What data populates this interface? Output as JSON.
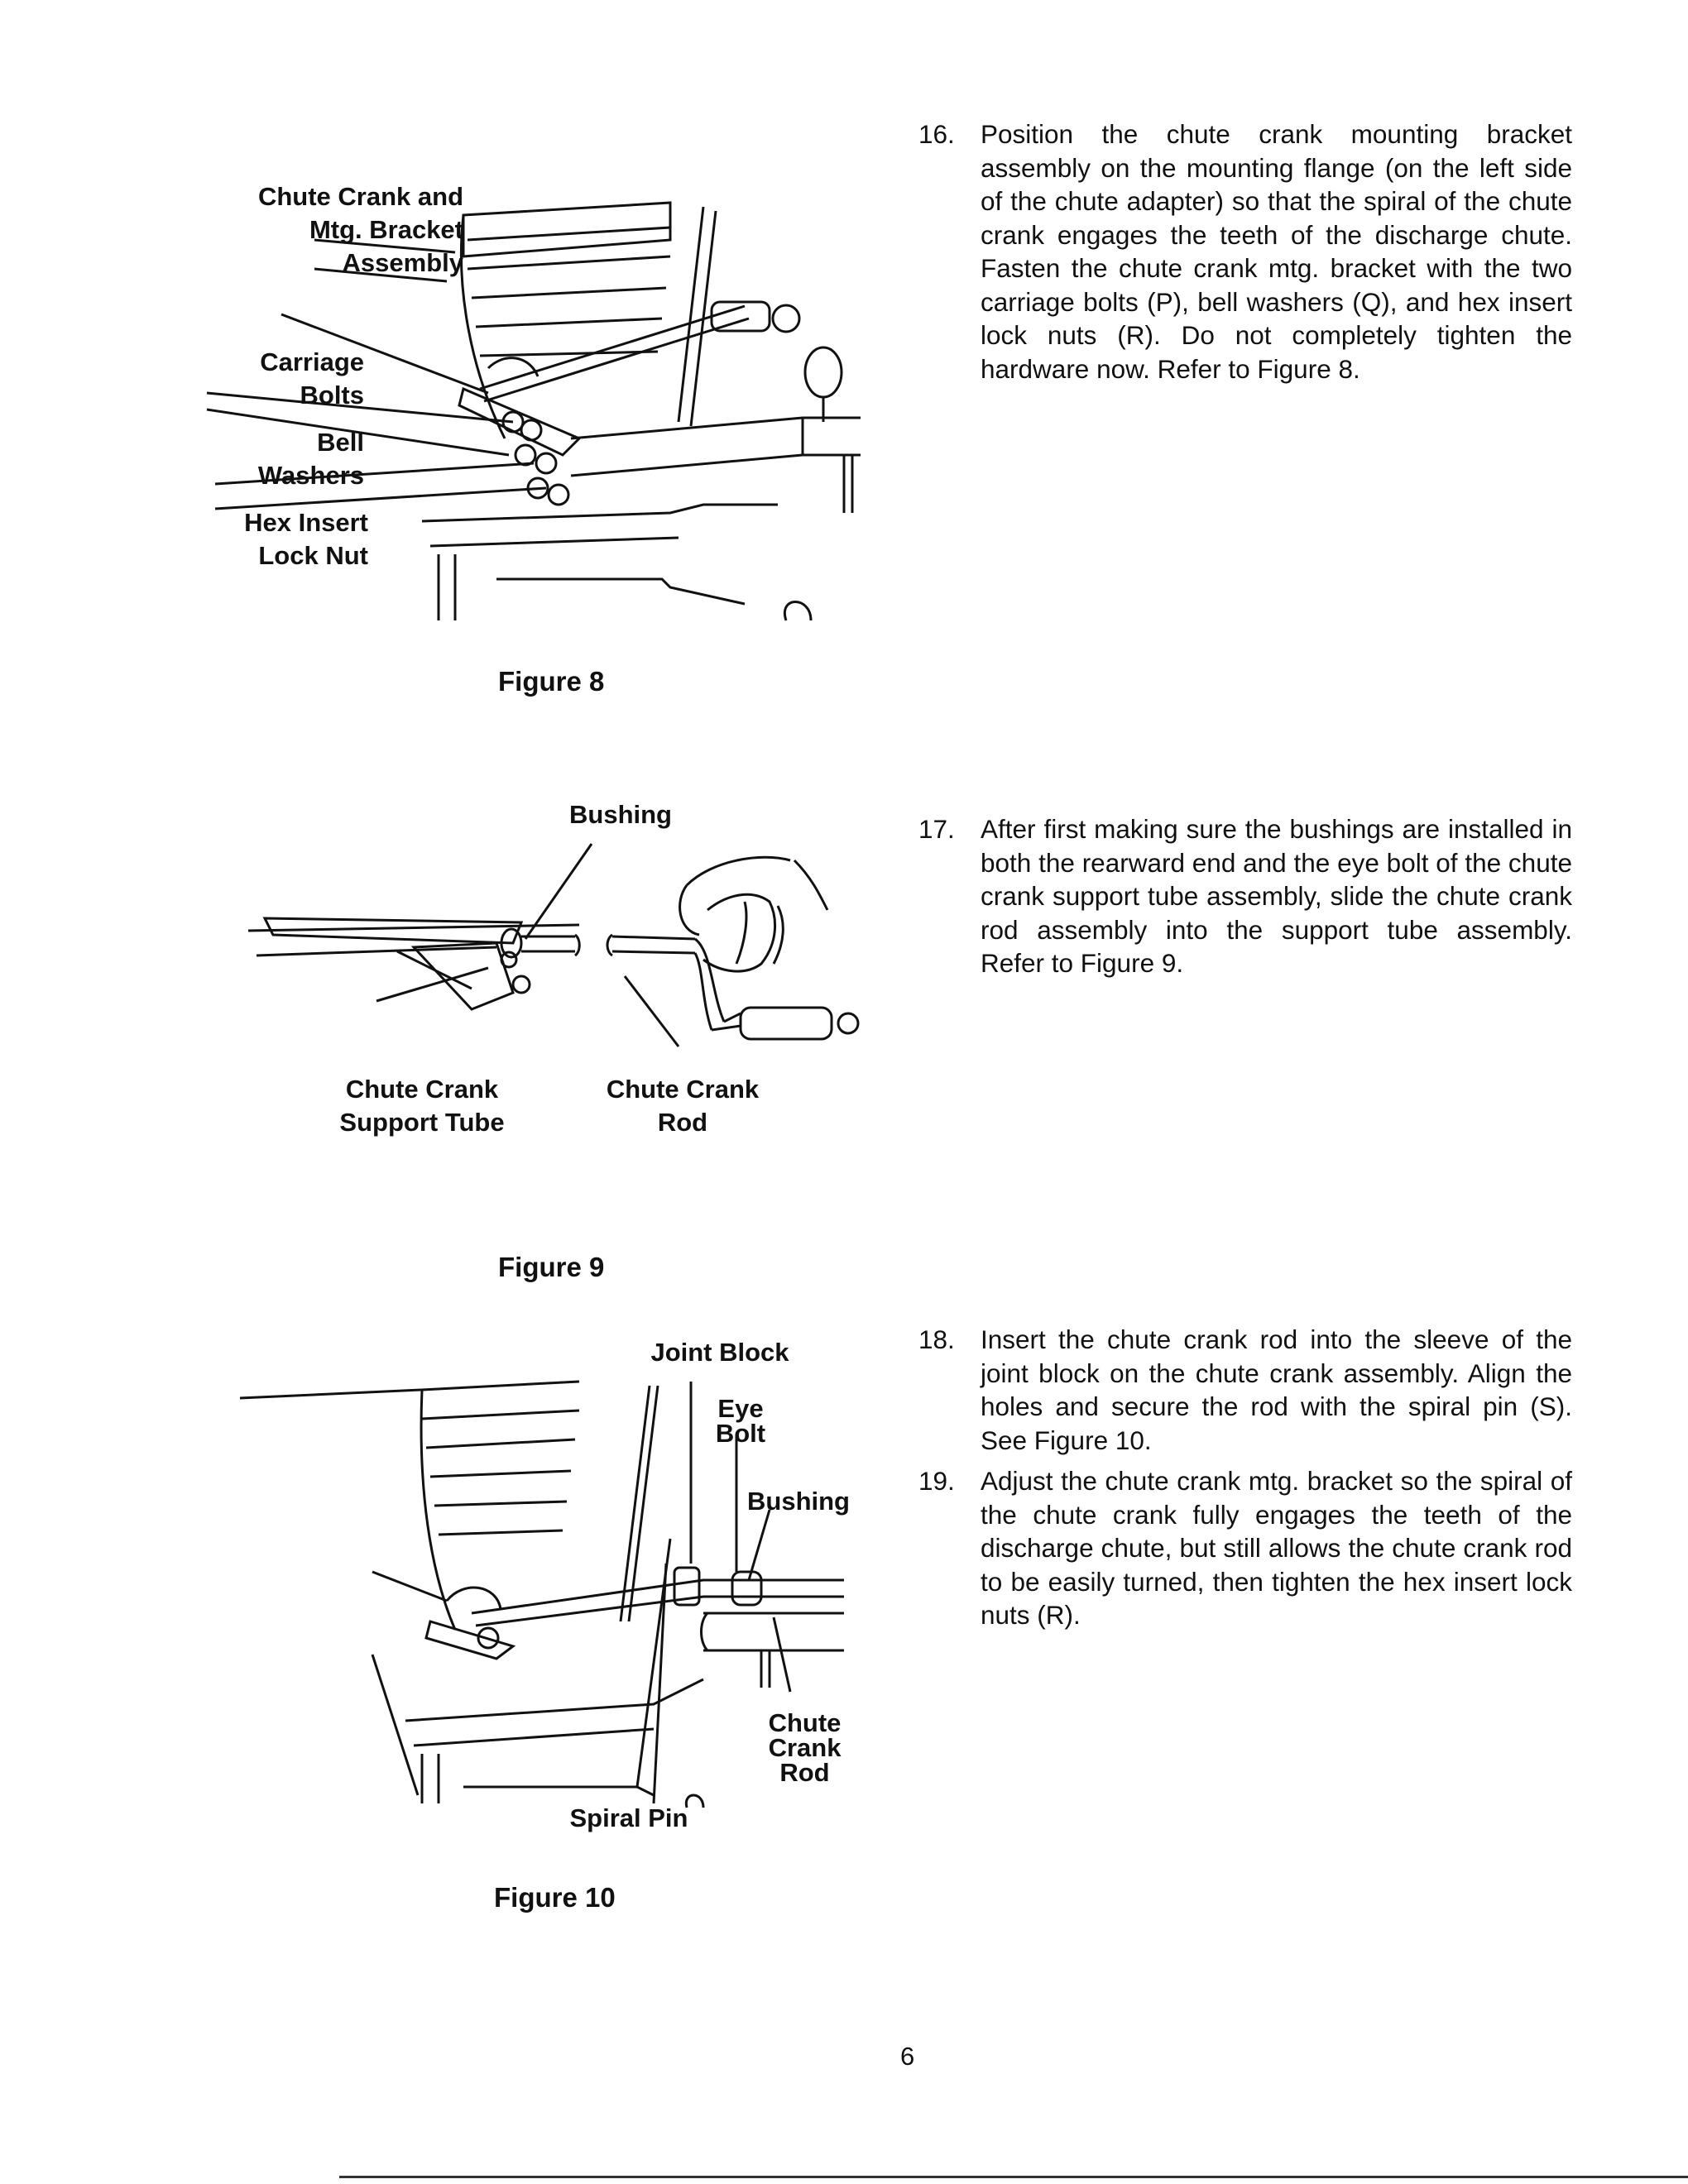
{
  "figure8": {
    "caption": "Figure 8",
    "labels": {
      "chute_crank_bracket": [
        "Chute Crank and",
        "Mtg. Bracket",
        "Assembly"
      ],
      "carriage_bolts": [
        "Carriage",
        "Bolts"
      ],
      "bell_washers": [
        "Bell",
        "Washers"
      ],
      "hex_insert_lock_nut": [
        "Hex Insert",
        "Lock Nut"
      ]
    }
  },
  "figure9": {
    "caption": "Figure 9",
    "labels": {
      "bushing": "Bushing",
      "support_tube": [
        "Chute Crank",
        "Support Tube"
      ],
      "crank_rod": [
        "Chute Crank",
        "Rod"
      ]
    }
  },
  "figure10": {
    "caption": "Figure 10",
    "labels": {
      "joint_block": "Joint Block",
      "eye_bolt": [
        "Eye",
        "Bolt"
      ],
      "bushing": "Bushing",
      "crank_rod": [
        "Chute",
        "Crank",
        "Rod"
      ],
      "spiral_pin": "Spiral Pin"
    }
  },
  "steps": [
    {
      "number": "16.",
      "text": "Position the chute crank mounting bracket assembly on the mounting flange (on the left side of the chute adapter) so that the spiral of the chute crank engages the teeth of the discharge chute. Fasten the chute crank mtg. bracket with the two carriage bolts (P), bell washers (Q), and hex insert lock nuts (R). Do not completely tighten the hardware now. Refer to Figure 8."
    },
    {
      "number": "17.",
      "text": "After first making sure the bushings are installed in both the rearward end and the eye bolt of the chute crank support tube assembly, slide the chute crank rod assembly into the support tube assembly. Refer to Figure 9."
    },
    {
      "number": "18.",
      "text": "Insert the chute crank rod into the sleeve of the joint block on the chute crank assembly. Align the holes and secure the rod with the spiral pin (S). See Figure 10."
    },
    {
      "number": "19.",
      "text": "Adjust the chute crank mtg. bracket so the spiral of the chute crank fully engages the teeth of the discharge chute, but still allows the chute crank rod to be easily turned, then tighten the hex insert lock nuts (R)."
    }
  ],
  "page_number": "6"
}
